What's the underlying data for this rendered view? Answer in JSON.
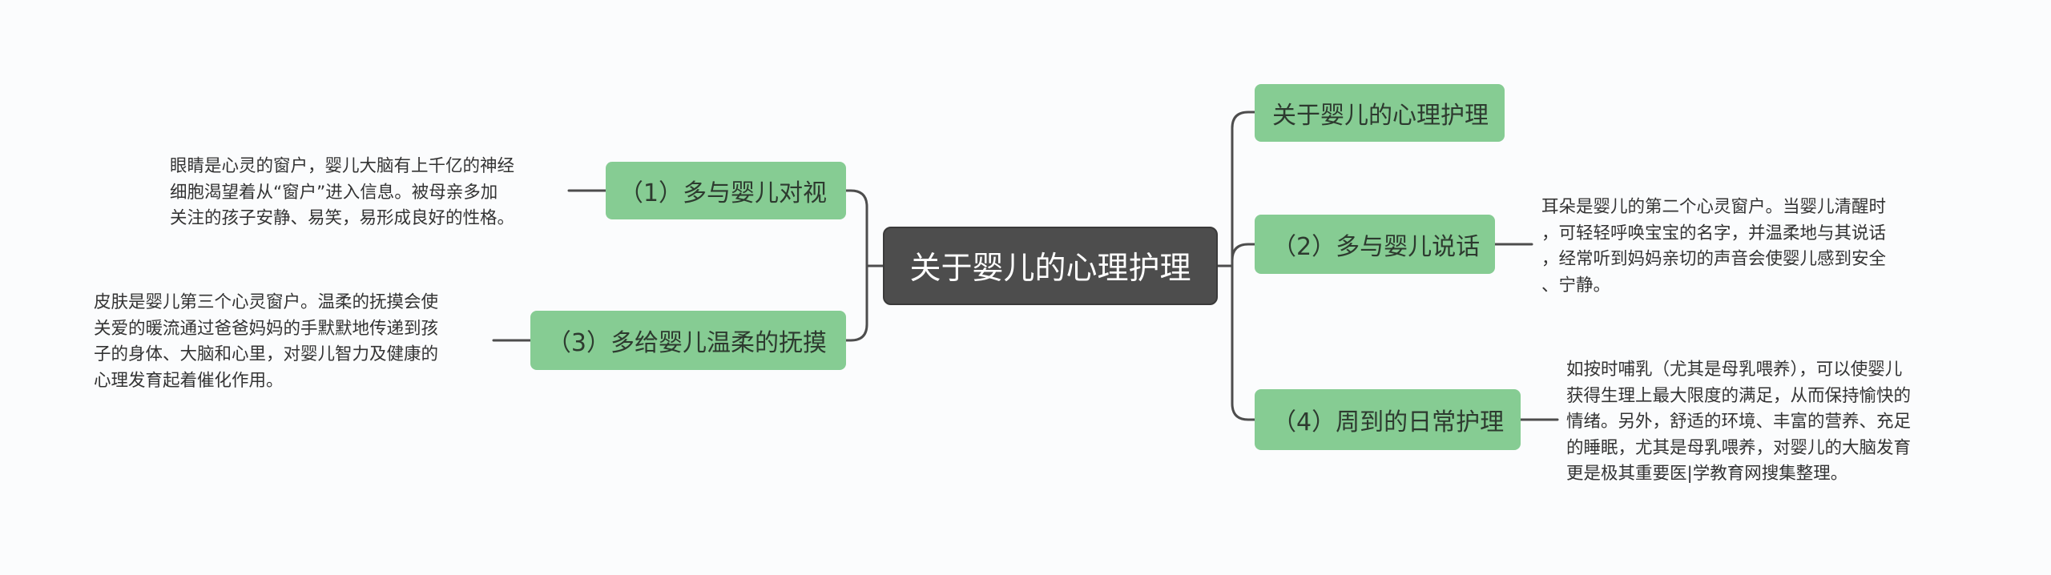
{
  "root": "关于婴儿的心理护理",
  "branches": {
    "b0": "关于婴儿的心理护理",
    "b1": "（1）多与婴儿对视",
    "b2": "（2）多与婴儿说话",
    "b3": "（3）多给婴儿温柔的抚摸",
    "b4": "（4）周到的日常护理"
  },
  "leaves": {
    "l1": [
      "眼睛是心灵的窗户，婴儿大脑有上千亿的神经",
      "细胞渴望着从“窗户”进入信息。被母亲多加",
      "关注的孩子安静、易笑，易形成良好的性格。"
    ],
    "l2": [
      "耳朵是婴儿的第二个心灵窗户。当婴儿清醒时",
      "，可轻轻呼唤宝宝的名字，并温柔地与其说话",
      "，经常听到妈妈亲切的声音会使婴儿感到安全",
      "、宁静。"
    ],
    "l3": [
      "皮肤是婴儿第三个心灵窗户。温柔的抚摸会使",
      "关爱的暖流通过爸爸妈妈的手默默地传递到孩",
      "子的身体、大脑和心里，对婴儿智力及健康的",
      "心理发育起着催化作用。"
    ],
    "l4": [
      "如按时哺乳（尤其是母乳喂养），可以使婴儿",
      "获得生理上最大限度的满足，从而保持愉快的",
      "情绪。另外，舒适的环境、丰富的营养、充足",
      "的睡眠，尤其是母乳喂养，对婴儿的大脑发育",
      "更是极其重要医|学教育网搜集整理。"
    ]
  },
  "colors": {
    "root": "#4d4d4d",
    "branch": "#86cc93",
    "line": "#4d4d4d"
  }
}
